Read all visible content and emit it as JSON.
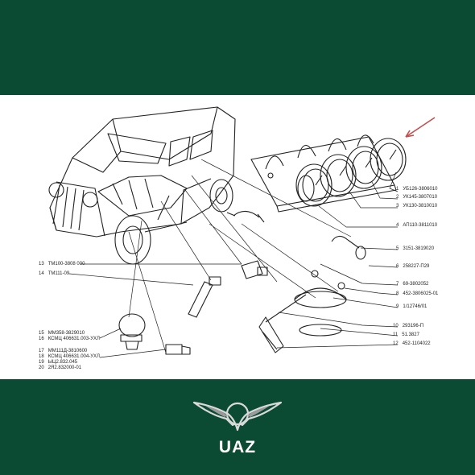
{
  "brand": {
    "name": "UAZ",
    "logo_icon": "uaz-bird-emblem-icon"
  },
  "colors": {
    "band": "#0b4a33",
    "diagram_bg": "#ffffff",
    "line": "#222222",
    "arrow": "#c0504d"
  },
  "right_labels": [
    {
      "num": "1",
      "code": "УБ126-3806010"
    },
    {
      "num": "2",
      "code": "УК145-3807010"
    },
    {
      "num": "3",
      "code": "УК130-3810010"
    },
    {
      "num": "4",
      "code": "АП110-3811010"
    },
    {
      "num": "5",
      "code": "3151-3819020"
    },
    {
      "num": "6",
      "code": "258227-П29"
    },
    {
      "num": "7",
      "code": "69-3802052"
    },
    {
      "num": "8",
      "code": "452-3806025-01"
    },
    {
      "num": "9",
      "code": "1/12746/01"
    },
    {
      "num": "10",
      "code": "293196-П"
    },
    {
      "num": "11",
      "code": "51.3827"
    },
    {
      "num": "12",
      "code": "452-1104022"
    }
  ],
  "left_labels": [
    {
      "num": "13",
      "code": "ТМ100-3808 000"
    },
    {
      "num": "14",
      "code": "ТМ111-09"
    },
    {
      "num": "15",
      "code": "ММ358-3829010"
    },
    {
      "num": "16",
      "code": "КСМЦ 406631.003-УХЛ"
    },
    {
      "num": "17",
      "code": "ММ111Д-3810600"
    },
    {
      "num": "18",
      "code": "КСМЦ 406631.004-УХЛ"
    },
    {
      "num": "19",
      "code": "ЫЦ2.832.045"
    },
    {
      "num": "20",
      "code": "2Я2.832000-01"
    }
  ]
}
